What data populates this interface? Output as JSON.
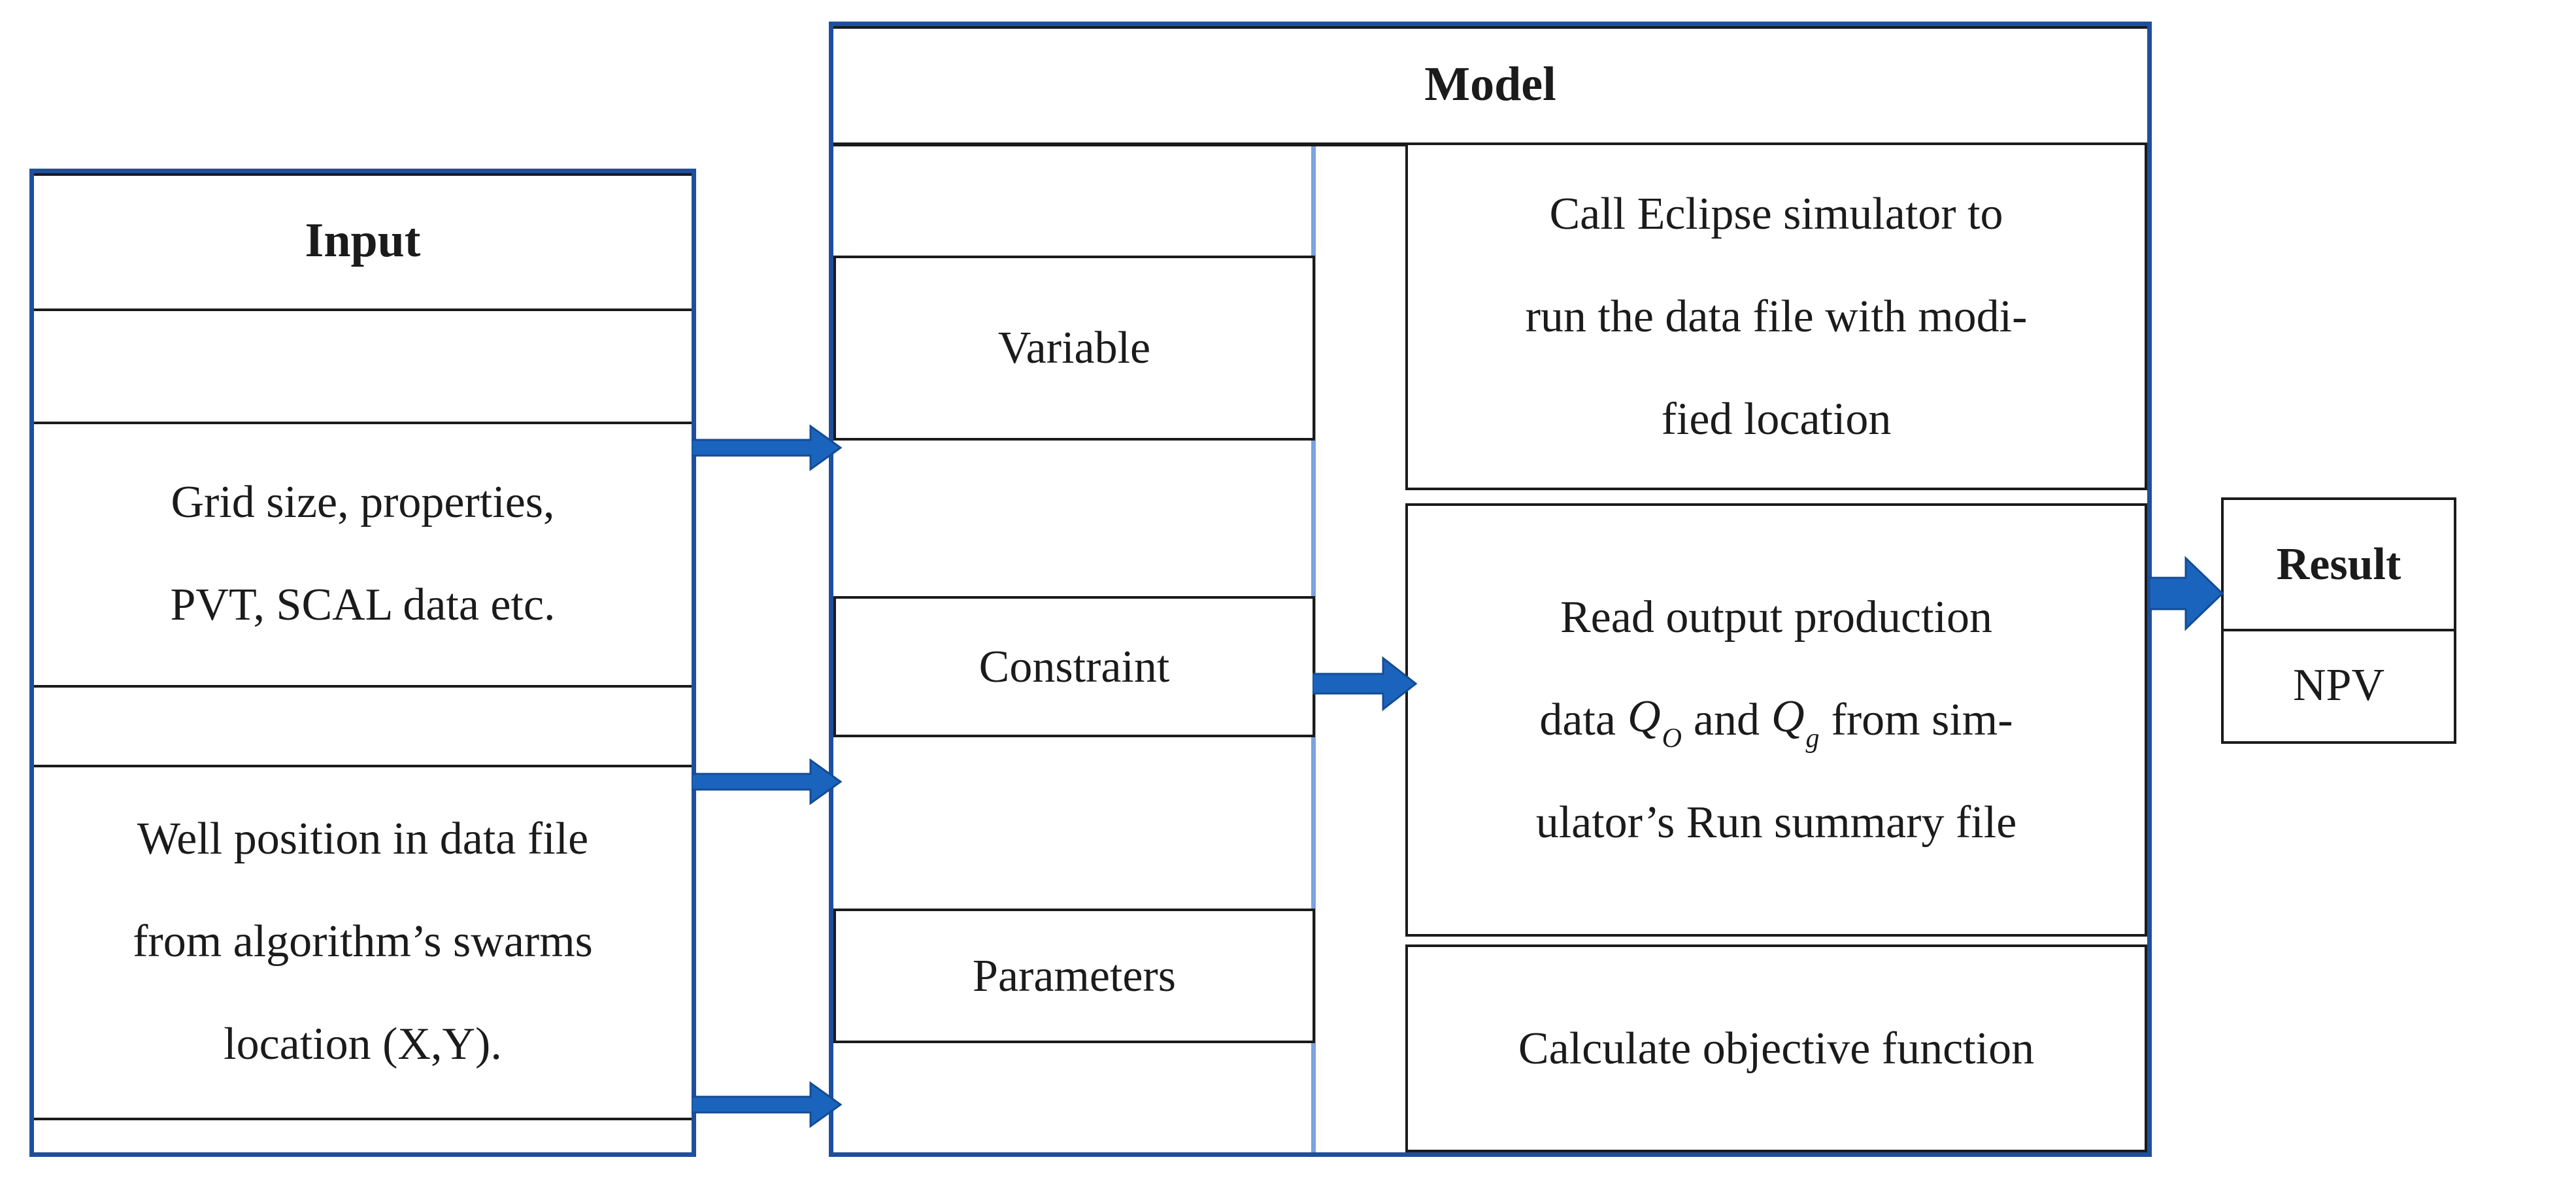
{
  "diagram": {
    "input": {
      "title": "Input",
      "grid_row": {
        "line1": "Grid size, properties,",
        "line2": "PVT, SCAL data etc."
      },
      "well_row": {
        "line1": "Well position in data file",
        "line2": "from algorithm’s swarms",
        "line3": "location (X,Y)."
      }
    },
    "model": {
      "title": "Model",
      "variable_label": "Variable",
      "constraint_label": "Constraint",
      "parameters_label": "Parameters",
      "call_box": {
        "line1": "Call Eclipse simulator to",
        "line2": "run the data file with modi-",
        "line3": "fied location"
      },
      "read_box": {
        "line1": "Read output production",
        "line2_pre": "data",
        "q_oil": "Q",
        "q_oil_sub": "O",
        "line2_mid": "and",
        "q_gas": "Q",
        "q_gas_sub": "g",
        "line2_post": "from sim-",
        "line3": "ulator’s Run summary file"
      },
      "calc_box": {
        "line1": "Calculate objective function"
      }
    },
    "result": {
      "title": "Result",
      "value": "NPV"
    },
    "colors": {
      "border_blue": "#1e4f9e",
      "arrow_blue": "#1b64bd",
      "arrow_outline": "#144c94",
      "light_blue_rule": "#7ba3e0",
      "line_black": "#1b1b1b",
      "background": "#ffffff"
    }
  }
}
